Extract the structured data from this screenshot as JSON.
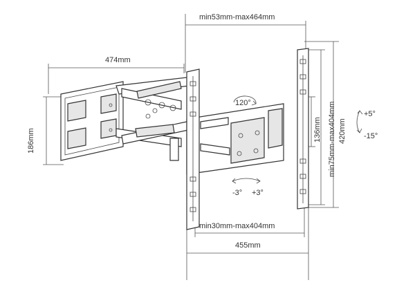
{
  "dimensions": {
    "top_span": "min53mm-max464mm",
    "wall_width": "474mm",
    "wall_height": "186mm",
    "swivel": "120°",
    "plate_height": "136mm",
    "vesa_vertical": "min75mm-max404mm",
    "overall_height": "420mm",
    "tilt_up": "+5°",
    "tilt_down": "-15°",
    "level_left": "-3°",
    "level_right": "+3°",
    "vesa_horizontal": "min30mm-max404mm",
    "overall_width": "455mm"
  },
  "colors": {
    "line": "#333333",
    "fill": "#ffffff",
    "shade": "#e6e6e6"
  },
  "icons": [
    "rotate-arrow-icon",
    "tilt-arrow-icon",
    "level-arrow-icon"
  ]
}
